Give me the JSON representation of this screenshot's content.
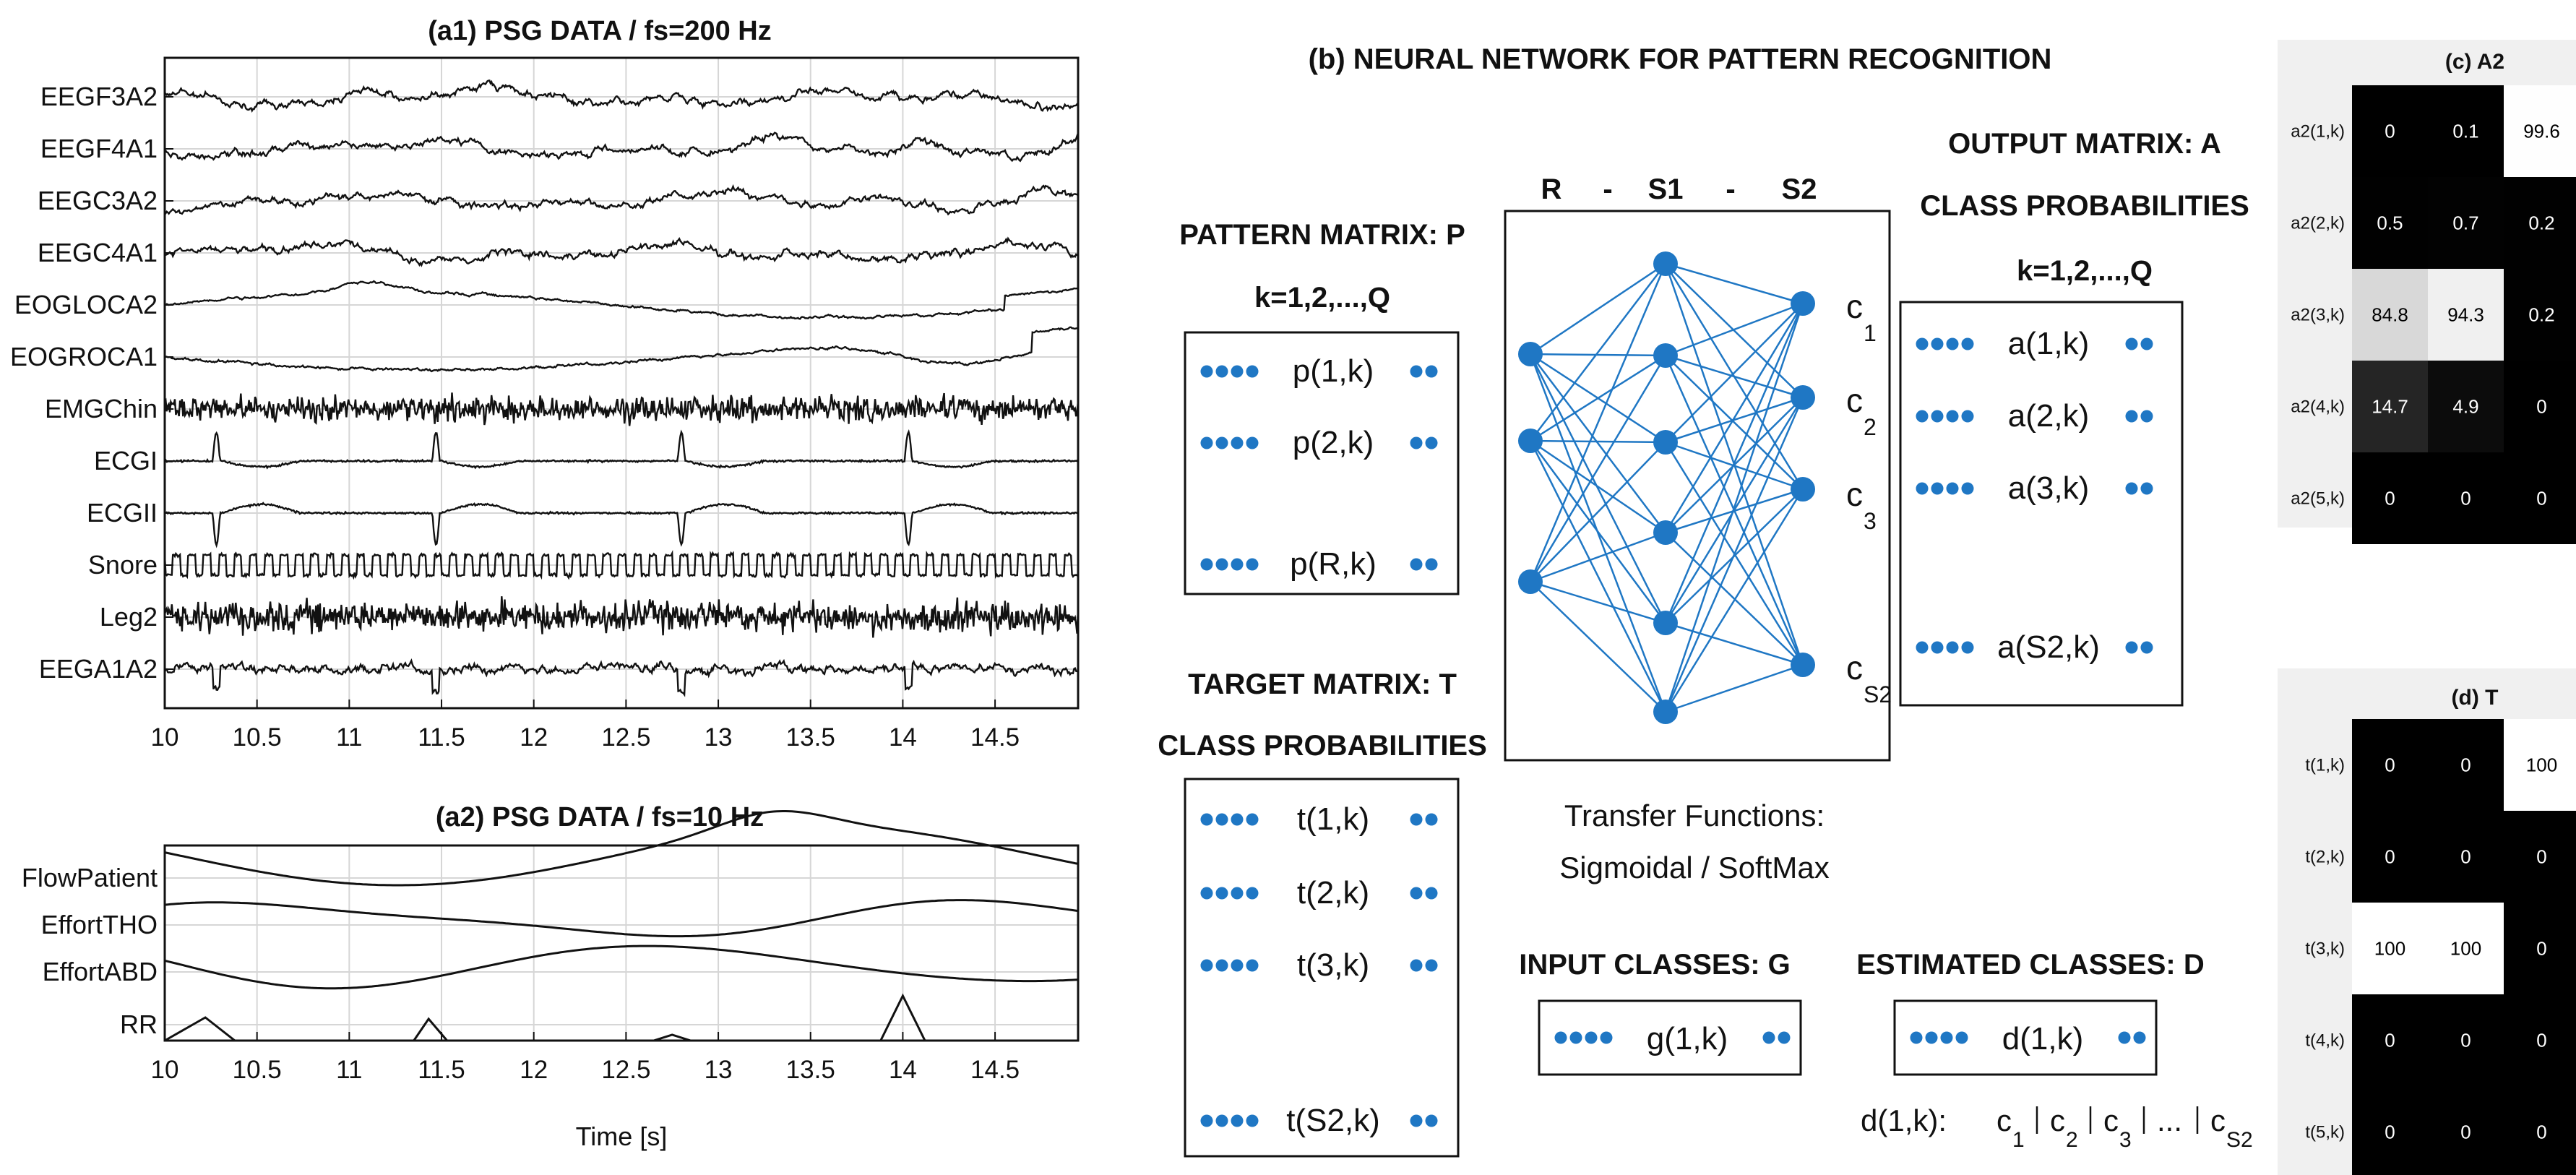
{
  "panel_a1": {
    "title": "(a1) PSG DATA / fs=200 Hz",
    "channels": [
      "EEGF3A2",
      "EEGF4A1",
      "EEGC3A2",
      "EEGC4A1",
      "EOGLOCA2",
      "EOGROCA1",
      "EMGChin",
      "ECGI",
      "ECGII",
      "Snore",
      "Leg2",
      "EEGA1A2"
    ],
    "xticks": [
      "10",
      "10.5",
      "11",
      "11.5",
      "12",
      "12.5",
      "13",
      "13.5",
      "14",
      "14.5"
    ]
  },
  "panel_a2": {
    "title": "(a2) PSG DATA / fs=10 Hz",
    "channels": [
      "FlowPatient",
      "EffortTHO",
      "EffortABD",
      "RR"
    ],
    "xticks": [
      "10",
      "10.5",
      "11",
      "11.5",
      "12",
      "12.5",
      "13",
      "13.5",
      "14",
      "14.5"
    ],
    "xlabel": "Time [s]"
  },
  "panel_b": {
    "title": "(b) NEURAL NETWORK FOR PATTERN RECOGNITION",
    "pattern_title": "PATTERN MATRIX: P",
    "pattern_sub": "k=1,2,...,Q",
    "pattern_rows": [
      "p(1,k)",
      "p(2,k)",
      "p(R,k)"
    ],
    "target_title": "TARGET MATRIX: T",
    "target_sub": "CLASS PROBABILITIES",
    "target_rows": [
      "t(1,k)",
      "t(2,k)",
      "t(3,k)",
      "t(S2,k)"
    ],
    "net_header": [
      "R",
      "-",
      "S1",
      "-",
      "S2"
    ],
    "outputs": [
      {
        "c": "c",
        "sub": "1"
      },
      {
        "c": "c",
        "sub": "2"
      },
      {
        "c": "c",
        "sub": "3"
      },
      {
        "c": "c",
        "sub": "S2"
      }
    ],
    "output_title": "OUTPUT MATRIX: A",
    "output_sub": "CLASS PROBABILITIES",
    "output_k": "k=1,2,...,Q",
    "output_rows": [
      "a(1,k)",
      "a(2,k)",
      "a(3,k)",
      "a(S2,k)"
    ],
    "transfer_line1": "Transfer Functions:",
    "transfer_line2": "Sigmoidal / SoftMax",
    "input_title": "INPUT CLASSES: G",
    "input_row": "g(1,k)",
    "est_title": "ESTIMATED CLASSES: D",
    "est_row": "d(1,k)",
    "d_formula_prefix": "d(1,k): ",
    "d_formula_parts": [
      {
        "c": "c",
        "sub": "1"
      },
      {
        "c": "c",
        "sub": "2"
      },
      {
        "c": "c",
        "sub": "3"
      },
      {
        "c": "...",
        "sub": ""
      },
      {
        "c": "c",
        "sub": "S2"
      }
    ],
    "dot_color": "#1f77c4",
    "line_color": "#1f77c4"
  },
  "panel_c": {
    "title": "(c) A2",
    "rows": [
      "a2(1,k)",
      "a2(2,k)",
      "a2(3,k)",
      "a2(4,k)",
      "a2(5,k)"
    ],
    "values": [
      [
        "0",
        "0.1",
        "99.6"
      ],
      [
        "0.5",
        "0.7",
        "0.2"
      ],
      [
        "84.8",
        "94.3",
        "0.2"
      ],
      [
        "14.7",
        "4.9",
        "0"
      ],
      [
        "0",
        "0",
        "0"
      ]
    ],
    "shade": [
      [
        0,
        0.001,
        0.996
      ],
      [
        0.005,
        0.007,
        0.002
      ],
      [
        0.848,
        0.943,
        0.002
      ],
      [
        0.147,
        0.049,
        0
      ],
      [
        0,
        0,
        0
      ]
    ]
  },
  "panel_d": {
    "title": "(d) T",
    "rows": [
      "t(1,k)",
      "t(2,k)",
      "t(3,k)",
      "t(4,k)",
      "t(5,k)"
    ],
    "values": [
      [
        "0",
        "0",
        "100"
      ],
      [
        "0",
        "0",
        "0"
      ],
      [
        "100",
        "100",
        "0"
      ],
      [
        "0",
        "0",
        "0"
      ],
      [
        "0",
        "0",
        "0"
      ]
    ],
    "shade": [
      [
        0,
        0,
        1
      ],
      [
        0,
        0,
        0
      ],
      [
        1,
        1,
        0
      ],
      [
        0,
        0,
        0
      ],
      [
        0,
        0,
        0
      ]
    ]
  }
}
